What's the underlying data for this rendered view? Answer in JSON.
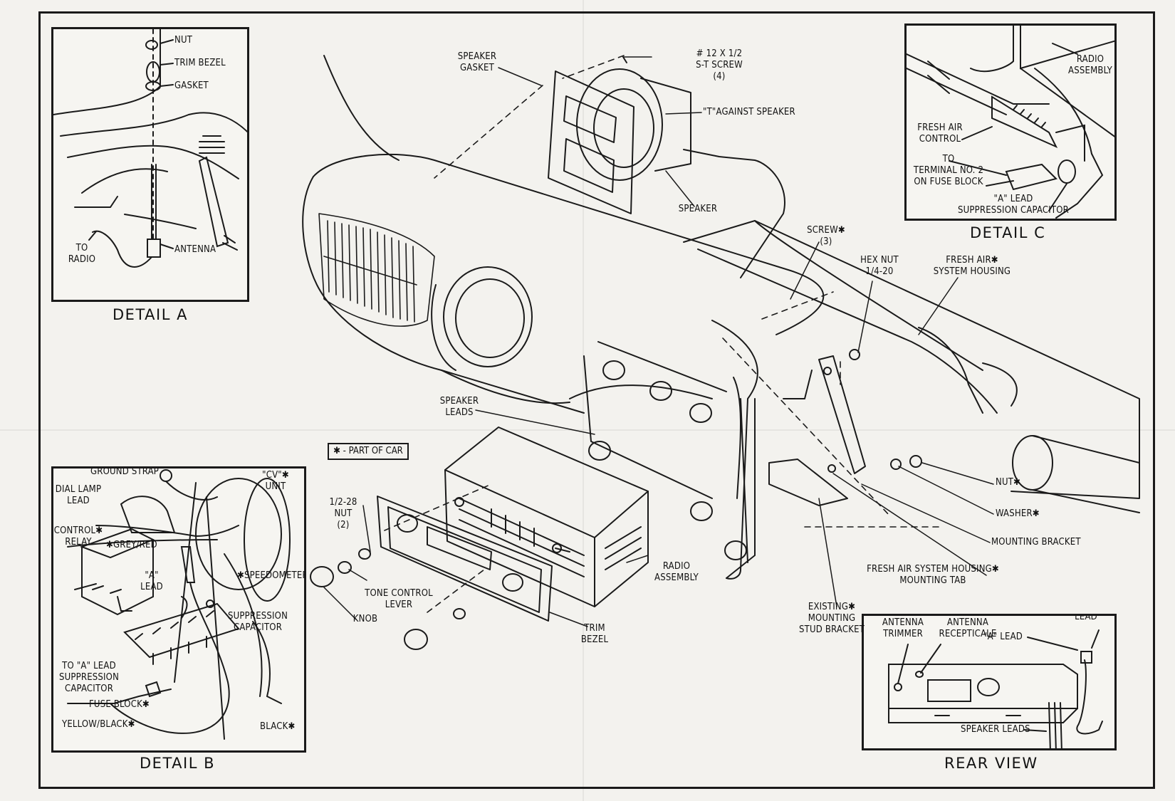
{
  "legend": "✱ - PART OF CAR",
  "titles": {
    "detail_a": "DETAIL A",
    "detail_b": "DETAIL B",
    "detail_c": "DETAIL C",
    "rear_view": "REAR VIEW"
  },
  "labels": {
    "a_nut": "NUT",
    "a_trim_bezel": "TRIM BEZEL",
    "a_gasket": "GASKET",
    "a_to_radio": "TO\nRADIO",
    "a_antenna": "ANTENNA",
    "speaker_gasket": "SPEAKER\nGASKET",
    "screw_12": "# 12 X 1/2\nS-T SCREW\n(4)",
    "t_against_speaker": "\"T\"AGAINST SPEAKER",
    "speaker": "SPEAKER",
    "screw_3": "SCREW✱\n(3)",
    "hex_nut": "HEX NUT\n1/4-20",
    "fresh_air_housing": "FRESH AIR✱\nSYSTEM HOUSING",
    "speaker_leads_main": "SPEAKER\nLEADS",
    "nut_main": "NUT✱",
    "washer_main": "WASHER✱",
    "mounting_bracket": "MOUNTING BRACKET",
    "fresh_air_tab": "FRESH AIR SYSTEM HOUSING✱\nMOUNTING TAB",
    "existing_stud": "EXISTING✱\nMOUNTING\nSTUD BRACKET",
    "radio_assembly_main": "RADIO\nASSEMBLY",
    "trim_bezel_main": "TRIM\nBEZEL",
    "tone_control": "TONE CONTROL\nLEVER",
    "knob": "KNOB",
    "nut_half": "1/2-28\nNUT\n(2)",
    "b_ground_strap": "GROUND STRAP",
    "b_cv_unit": "\"CV\"✱\nUNIT",
    "b_dial_lamp": "DIAL LAMP\nLEAD",
    "b_control_relay": "CONTROL✱\nRELAY",
    "b_grey_red": "✱GREY/RED",
    "b_speedometer": "✱SPEEDOMETER",
    "b_a_lead": "\"A\"\nLEAD",
    "b_suppression": "SUPPRESSION\nCAPACITOR",
    "b_to_a_lead": "TO \"A\" LEAD\nSUPPRESSION\nCAPACITOR",
    "b_fuse_block": "FUSE BLOCK✱",
    "b_yellow_black": "YELLOW/BLACK✱",
    "b_black": "BLACK✱",
    "c_radio_assembly": "RADIO\nASSEMBLY",
    "c_fresh_air_control": "FRESH AIR\nCONTROL",
    "c_to_terminal": "TO\nTERMINAL NO. 2\nON FUSE BLOCK",
    "c_a_lead": "\"A\" LEAD\nSUPPRESSION CAPACITOR",
    "r_antenna_trimmer": "ANTENNA\nTRIMMER",
    "r_antenna_recepticale": "ANTENNA\nRECEPTICALE",
    "r_dial_lamp": "DIAL LAMP\nLEAD",
    "r_a_lead": "\"A\" LEAD",
    "r_speaker_leads": "SPEAKER LEADS"
  }
}
